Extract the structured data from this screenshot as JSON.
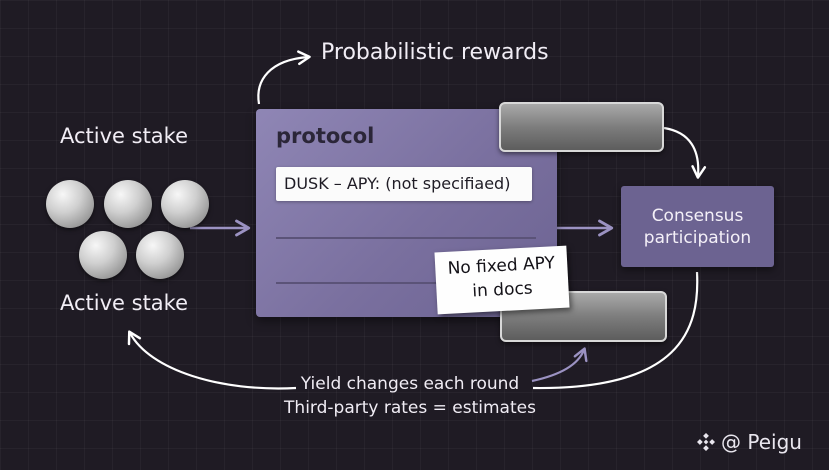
{
  "diagram": {
    "active_stake_top": "Active stake",
    "active_stake_bottom": "Active stake",
    "probabilistic_rewards": "Probabilistic rewards",
    "protocol_title": "protocol",
    "dusk_apy": "DUSK – APY: (not specifiaed)",
    "no_fixed_apy_line1": "No fixed APY",
    "no_fixed_apy_line2": "in docs",
    "consensus_line1": "Consensus",
    "consensus_line2": "participation",
    "yield_line1": "Yield changes each round",
    "yield_line2": "Third-party rates = estimates"
  },
  "watermark": {
    "text": "@ Peigu",
    "icon": "binance-logo-icon"
  },
  "colors": {
    "background": "#1f1b24",
    "protocol_card": "#8f86b5",
    "consensus_box": "#6c6391",
    "arrow": "#ffffff",
    "connector": "#9b92c2"
  }
}
